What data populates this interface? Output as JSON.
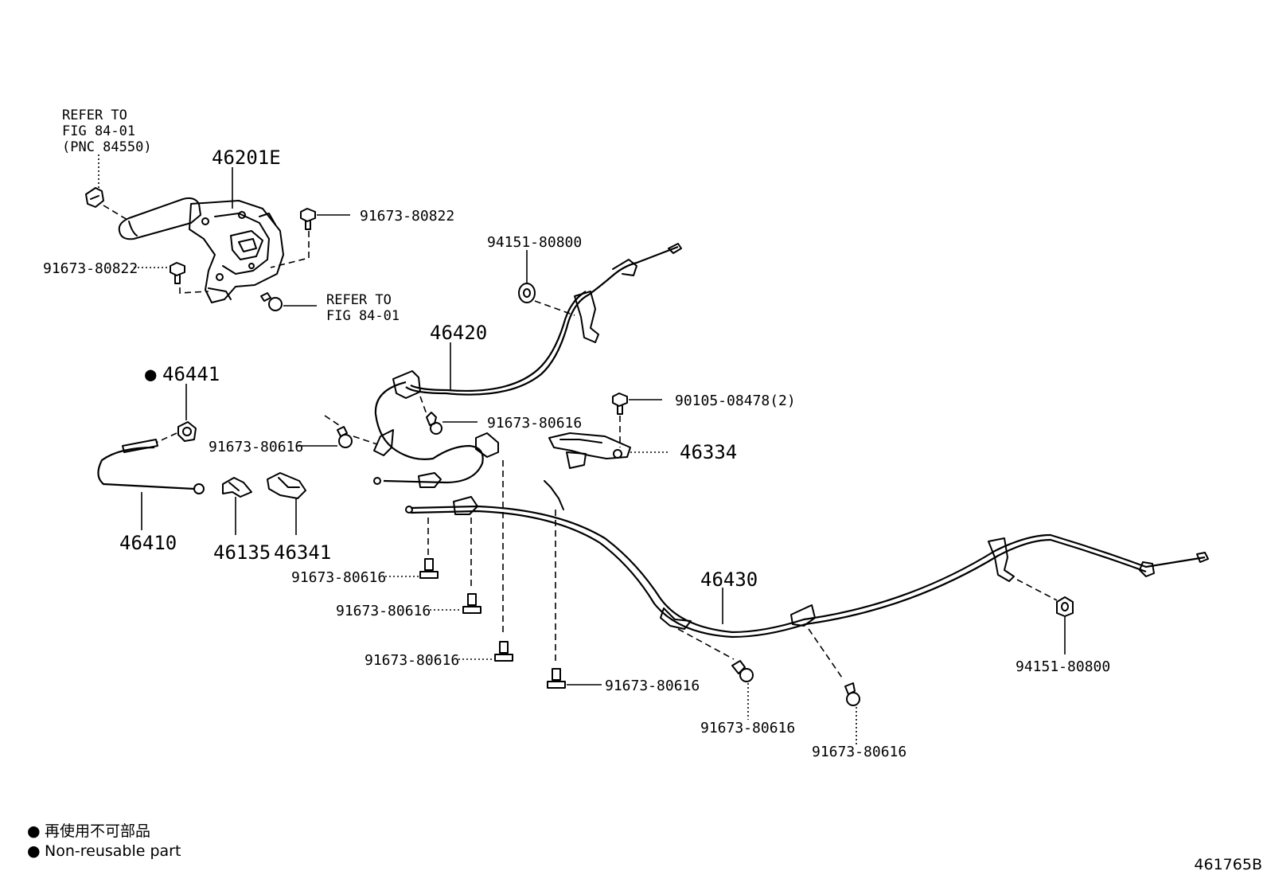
{
  "diagram": {
    "refer_notes": {
      "a": [
        "REFER TO",
        "FIG 84-01",
        "(PNC 84550)"
      ],
      "b": [
        "REFER TO",
        "FIG 84-01"
      ]
    },
    "parts": {
      "lever": "46201E",
      "bolt_lever_right": "91673-80822",
      "bolt_lever_left": "91673-80822",
      "grommet_top": "94151-80800",
      "front_cable": "46420",
      "clip_mark": "●",
      "clip": "46441",
      "bolt_front_cable_1": "91673-80616",
      "bolt_front_cable_2": "91673-80616",
      "bolt_bracket": "90105-08478(2)",
      "bracket": "46334",
      "short_cable": "46410",
      "clamp": "46135",
      "bracket_small": "46341",
      "bolt_a": "91673-80616",
      "bolt_b": "91673-80616",
      "bolt_c": "91673-80616",
      "bolt_d": "91673-80616",
      "rear_cable": "46430",
      "bolt_e": "91673-80616",
      "bolt_f": "91673-80616",
      "grommet_rear": "94151-80800"
    },
    "legend": {
      "bullet": "●",
      "japanese": "再使用不可部品",
      "english": "Non-reusable part"
    },
    "figure_id": "461765B"
  }
}
